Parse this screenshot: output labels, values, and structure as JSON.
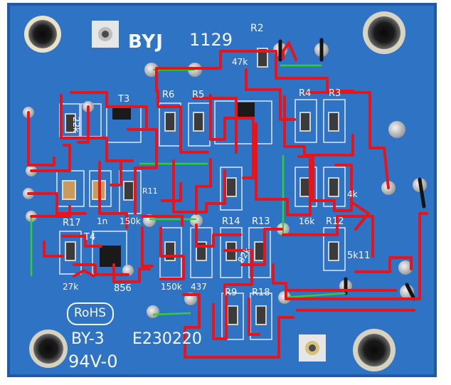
{
  "photo": {
    "subject": "pcb-board-with-red-trace-annotations"
  },
  "board": {
    "title": "BYJ",
    "title_number": "1129",
    "part_number": "BY-3",
    "date_code": "E230220",
    "flammability": "94V-0",
    "rohs": "RoHS"
  },
  "labels": {
    "r2": "R2",
    "r47k": "47k",
    "r6": "R6",
    "r5": "R5",
    "r4": "R4",
    "r3": "R3",
    "t3": "T3",
    "r11": "R11",
    "r13": "R13",
    "r14": "R14",
    "r17": "R17",
    "r12": "R12",
    "t4": "T4",
    "r18": "R18",
    "r9": "R9",
    "v150k_a": "150k",
    "v150k_b": "150k",
    "v1n": "1n",
    "v16k": "16k",
    "v5k11": "5k11",
    "v27k": "27k",
    "v856": "856",
    "v4k": "4k",
    "v22k": "22k",
    "v82k": "82k",
    "v437": "437"
  },
  "colors": {
    "board": "#2f73c4",
    "board_dark": "#1f5aa8",
    "silkscreen": "#f4f7ff",
    "trace_red": "#e8141c",
    "trace_green": "#2fd12a",
    "pad": "#c9c9c9",
    "resistor_body": "#3b3b3b",
    "capacitor_body": "#c99a5a",
    "transistor_body": "#1a1a1a"
  }
}
